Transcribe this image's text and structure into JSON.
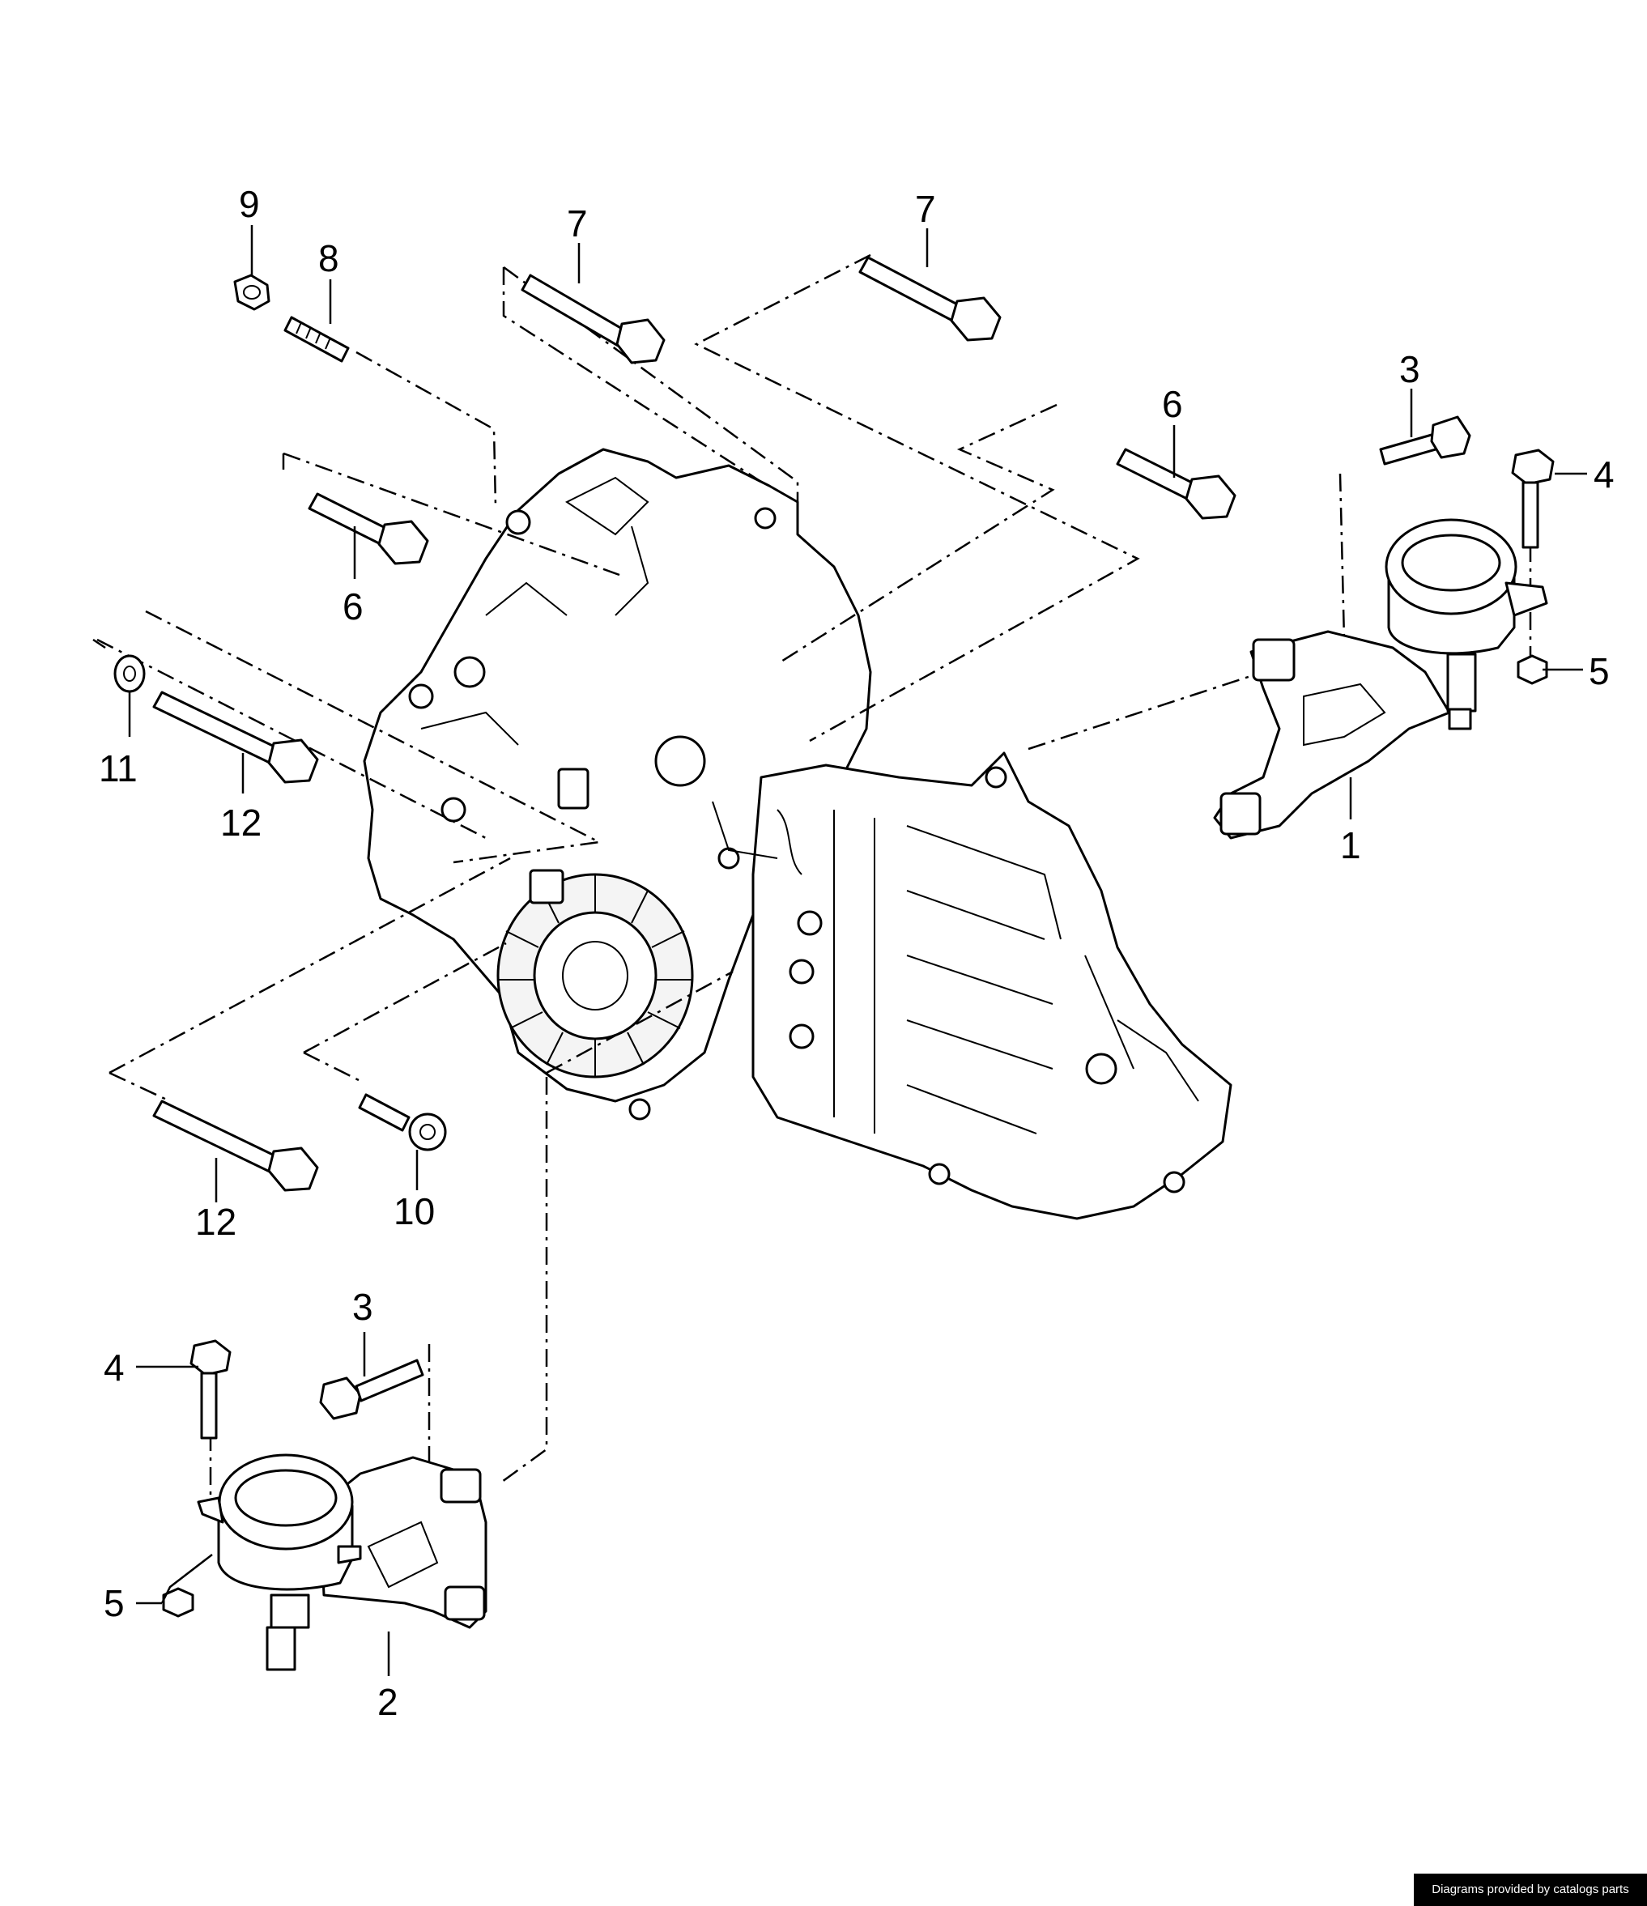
{
  "diagram": {
    "callouts": [
      {
        "id": "c1",
        "label": "1"
      },
      {
        "id": "c2",
        "label": "2"
      },
      {
        "id": "c3a",
        "label": "3"
      },
      {
        "id": "c3b",
        "label": "3"
      },
      {
        "id": "c4a",
        "label": "4"
      },
      {
        "id": "c4b",
        "label": "4"
      },
      {
        "id": "c5a",
        "label": "5"
      },
      {
        "id": "c5b",
        "label": "5"
      },
      {
        "id": "c6a",
        "label": "6"
      },
      {
        "id": "c6b",
        "label": "6"
      },
      {
        "id": "c7a",
        "label": "7"
      },
      {
        "id": "c7b",
        "label": "7"
      },
      {
        "id": "c8",
        "label": "8"
      },
      {
        "id": "c9",
        "label": "9"
      },
      {
        "id": "c10",
        "label": "10"
      },
      {
        "id": "c11",
        "label": "11"
      },
      {
        "id": "c12a",
        "label": "12"
      },
      {
        "id": "c12b",
        "label": "12"
      }
    ]
  },
  "footer": {
    "credit": "Diagrams provided by catalogs parts"
  }
}
